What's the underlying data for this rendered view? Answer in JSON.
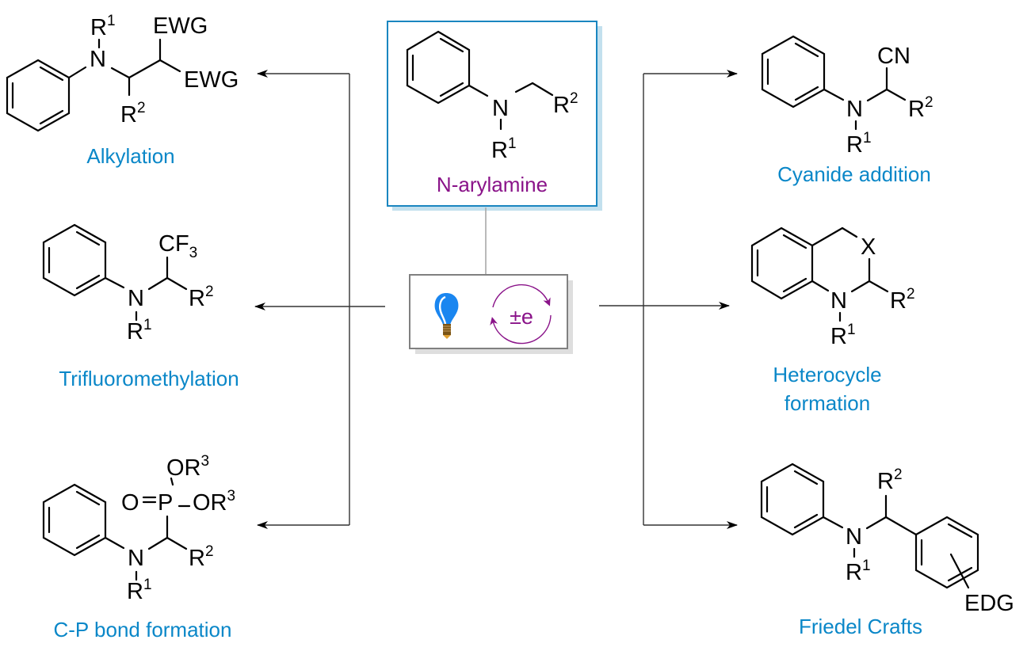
{
  "diagram": {
    "title": "Photoredox functionalization of N-arylamines",
    "center": {
      "substrate_label": "N-arylamine",
      "substituents": [
        "N",
        "R1",
        "R2"
      ],
      "catalyst_icons": [
        "lightbulb-icon",
        "electron-transfer-cycle-icon"
      ],
      "electron_transfer_text": "±e"
    },
    "atoms": {
      "N": "N",
      "R": "R",
      "one": "1",
      "two": "2",
      "three": "3",
      "EWG": "EWG",
      "CF": "CF",
      "CN": "CN",
      "X": "X",
      "O": "O",
      "P": "P",
      "OR": "OR",
      "EDG": "EDG"
    },
    "reactions": [
      {
        "id": "alkylation",
        "label": "Alkylation",
        "side": "left",
        "groups": [
          "EWG",
          "EWG",
          "R1",
          "R2"
        ]
      },
      {
        "id": "trifluoromethylation",
        "label": "Trifluoromethylation",
        "side": "left",
        "groups": [
          "CF3",
          "R1",
          "R2"
        ]
      },
      {
        "id": "cp-bond-formation",
        "label": "C-P bond formation",
        "side": "left",
        "groups": [
          "P(=O)(OR3)2",
          "R1",
          "R2"
        ]
      },
      {
        "id": "cyanide-addition",
        "label": "Cyanide addition",
        "side": "right",
        "groups": [
          "CN",
          "R1",
          "R2"
        ]
      },
      {
        "id": "heterocycle-formation",
        "label_line1": "Heterocycle",
        "label_line2": "formation",
        "side": "right",
        "groups": [
          "X",
          "R1",
          "R2"
        ]
      },
      {
        "id": "friedel-crafts",
        "label": "Friedel Crafts",
        "side": "right",
        "groups": [
          "R2",
          "R1",
          "EDG"
        ]
      }
    ],
    "colors": {
      "product_label": "#0a87c8",
      "substrate_label": "#8a1389",
      "substrate_box_border": "#1a86c0",
      "substrate_box_shadow": "#c3e0ee",
      "bulb": "#1a86f0",
      "bulb_base": "#7a5416"
    }
  }
}
